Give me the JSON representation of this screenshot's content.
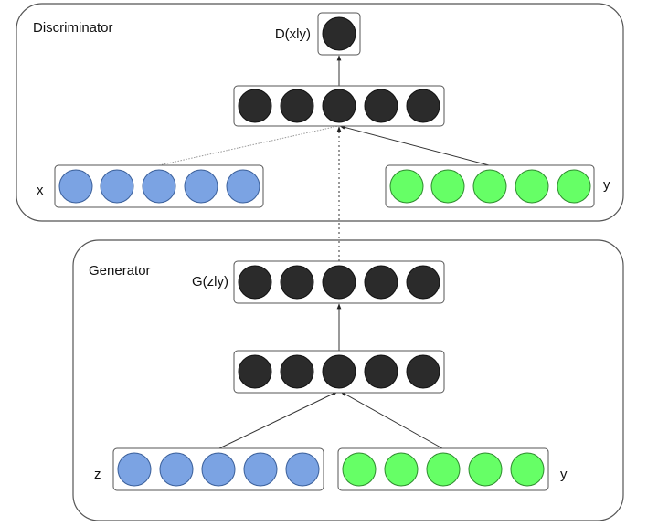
{
  "discriminator": {
    "title": "Discriminator",
    "output_label": "D(xly)",
    "x_label": "x",
    "y_label": "y"
  },
  "generator": {
    "title": "Generator",
    "output_label": "G(zly)",
    "z_label": "z",
    "y_label": "y"
  },
  "colors": {
    "dark_node": "#2b2b2b",
    "blue_node": "#7ba3e3",
    "green_node": "#66ff66",
    "outline": "#555555"
  }
}
